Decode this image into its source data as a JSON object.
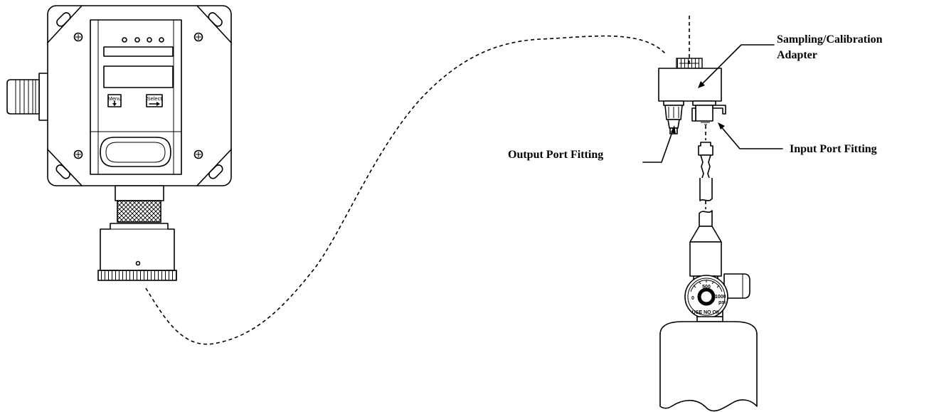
{
  "labels": {
    "adapter_line1": "Sampling/Calibration",
    "adapter_line2": "Adapter",
    "output_port": "Output Port Fitting",
    "input_port": "Input Port Fitting"
  },
  "device": {
    "menu_label": "Menu",
    "select_label": "Select"
  },
  "gauge": {
    "scale_zero": "0",
    "scale_mid": "500",
    "scale_max": "1000",
    "unit": "psi",
    "warning": "USE NO OIL"
  }
}
